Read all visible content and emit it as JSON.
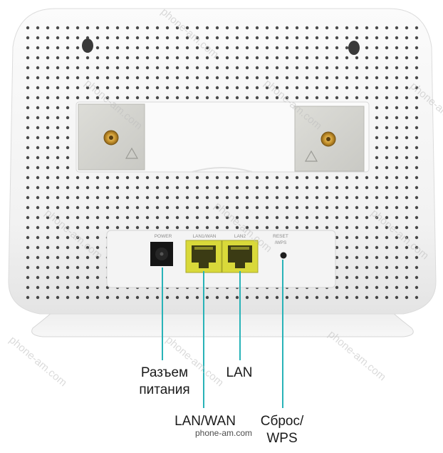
{
  "device": {
    "port_labels": {
      "power": "POWER",
      "lan_wan": "LAN1/WAN",
      "lan": "LAN2",
      "reset": "RESET",
      "wps": "/WPS"
    }
  },
  "callouts": {
    "power": {
      "line1": "Разъем",
      "line2": "питания"
    },
    "lan": {
      "line1": "LAN"
    },
    "lan_wan": {
      "line1": "LAN/WAN"
    },
    "reset": {
      "line1": "Сброс/",
      "line2": "WPS"
    }
  },
  "watermark": {
    "text": "phone-am.com",
    "caption": "phone-am.com"
  },
  "colors": {
    "body": "#f6f6f6",
    "port_yellow": "#d9d93a",
    "callout_line": "#29b3b8",
    "hole": "#2a2a2a"
  }
}
